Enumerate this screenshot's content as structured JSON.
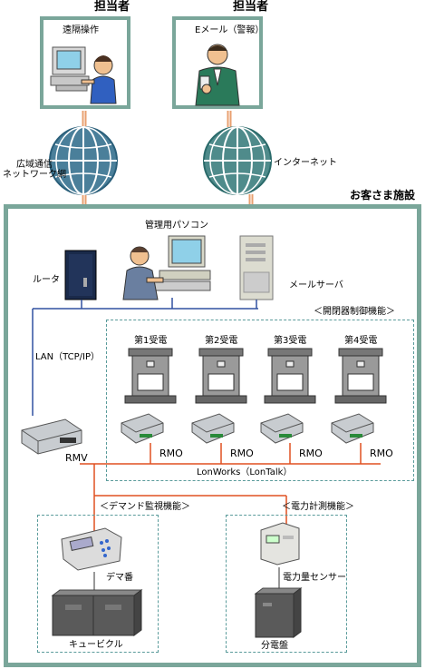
{
  "operators": {
    "left_title": "担当者",
    "right_title": "担当者",
    "left_label": "遠隔操作",
    "right_label": "Eメール（警報）"
  },
  "networks": {
    "wide_area": "広域通信\nネットワーク網",
    "internet": "インターネット"
  },
  "facility": {
    "title": "お客さま施設",
    "router": "ルータ",
    "admin_pc": "管理用パソコン",
    "mail_server": "メールサーバ",
    "lan": "LAN（TCP/IP）",
    "rmv": "RMV",
    "lonworks": "LonWorks（LonTalk）"
  },
  "switchgear": {
    "title": "＜開閉器制御機能＞",
    "units": [
      "第1受電",
      "第2受電",
      "第3受電",
      "第4受電"
    ],
    "rmo_label": "RMO"
  },
  "demand": {
    "title": "＜デマンド監視機能＞",
    "device": "デマ番",
    "cubicle": "キュービクル"
  },
  "power": {
    "title": "＜電力計測機能＞",
    "sensor": "電力量センサー",
    "panel": "分電盤"
  },
  "colors": {
    "frame": "#7aa69a",
    "connector": "#e05020",
    "lan_line": "#3050a0",
    "globe": "#4a7f9a"
  }
}
